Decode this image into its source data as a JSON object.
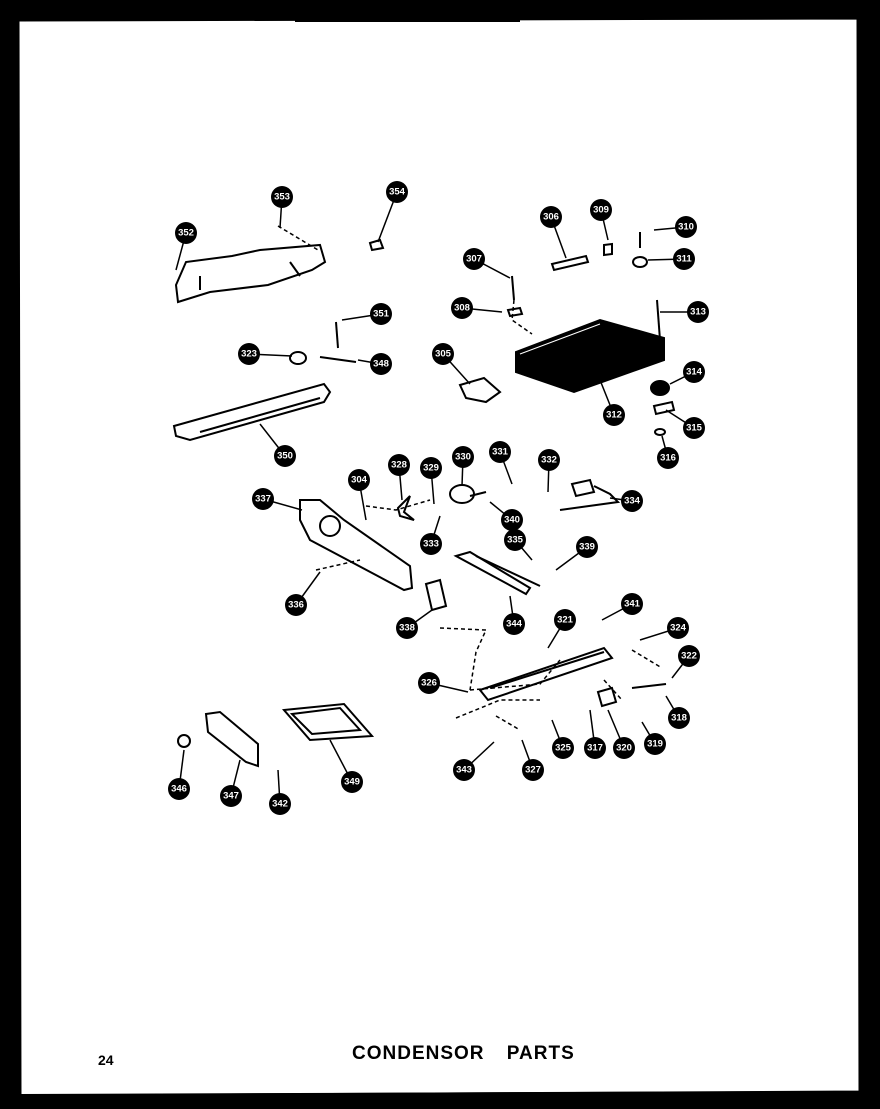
{
  "title": "CONDENSOR PARTS",
  "page_number": "24",
  "part_numbers": [
    "352",
    "353",
    "354",
    "307",
    "308",
    "309",
    "310",
    "311",
    "306",
    "313",
    "312",
    "314",
    "315",
    "316",
    "323",
    "351",
    "348",
    "305",
    "350",
    "304",
    "328",
    "329",
    "330",
    "331",
    "332",
    "334",
    "340",
    "333",
    "335",
    "339",
    "337",
    "336",
    "344",
    "338",
    "341",
    "321",
    "324",
    "319",
    "322",
    "326",
    "318",
    "317",
    "320",
    "325",
    "327",
    "343",
    "346",
    "347",
    "342",
    "349"
  ]
}
